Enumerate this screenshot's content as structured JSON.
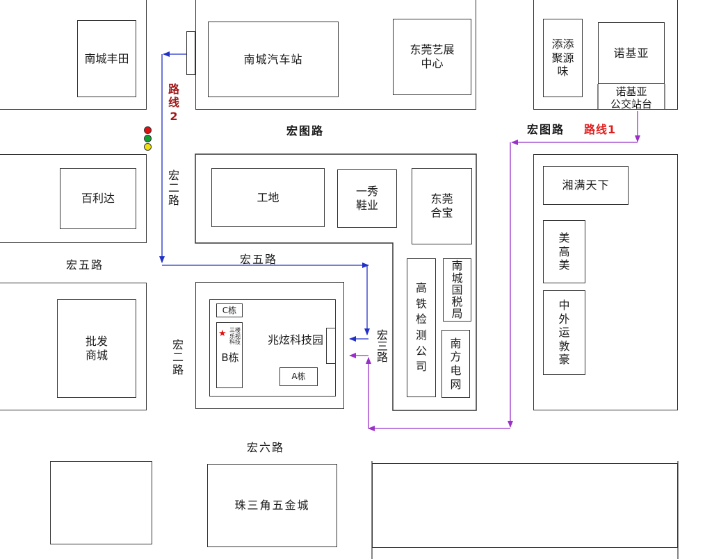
{
  "colors": {
    "route1": "#9b30c8",
    "route2": "#2030c8",
    "route1_label": "#e02020",
    "route2_label": "#a01818",
    "outline": "#333333"
  },
  "streets": {
    "hongtu_main": "宏图路",
    "hongtu_east": "宏图路",
    "hongwu_west": "宏五路",
    "hongwu_mid": "宏五路",
    "honger_north": "宏二路",
    "honger_south": "宏二路",
    "hongsan": "宏三路",
    "hongliu": "宏六路"
  },
  "buildings": {
    "nancheng_fengtian": "南城丰田",
    "nancheng_bus_station": "南城汽车站",
    "dongguan_yizhan": "东莞艺展\n中心",
    "tiantian_juyuanwei": "添添\n聚源\n味",
    "nokia": "诺基亚",
    "nokia_bus_stop": "诺基亚\n公交站台",
    "bailida": "百利达",
    "gongdi": "工地",
    "yixiu_xieye": "一秀\n鞋业",
    "dongguan_hebao": "东莞\n合宝",
    "xiangman_tianxia": "湘满天下",
    "meigaomei": "美\n高\n美",
    "zhongwai_yundunhao": "中\n外\n运\n敦\n豪",
    "gaotie_jiance": "高\n铁\n检\n测\n公\n司",
    "nancheng_guoshuiju": "南\n城\n国\n税\n局",
    "nanfang_dianwang": "南\n方\n电\n网",
    "pifa_shangcheng": "批发\n商城",
    "zhaoxuan_park": "兆炫科技园",
    "building_c": "C栋",
    "building_b": "B栋",
    "building_a": "A栋",
    "lexi_tech": "三楼\n乐视\n科技",
    "zhusanjiao_wujin": "珠三角五金城"
  },
  "routes": {
    "route1": "路线1",
    "route2": "路线2"
  },
  "icons": {
    "traffic_light": "traffic-light-icon",
    "destination_star": "star-icon"
  }
}
